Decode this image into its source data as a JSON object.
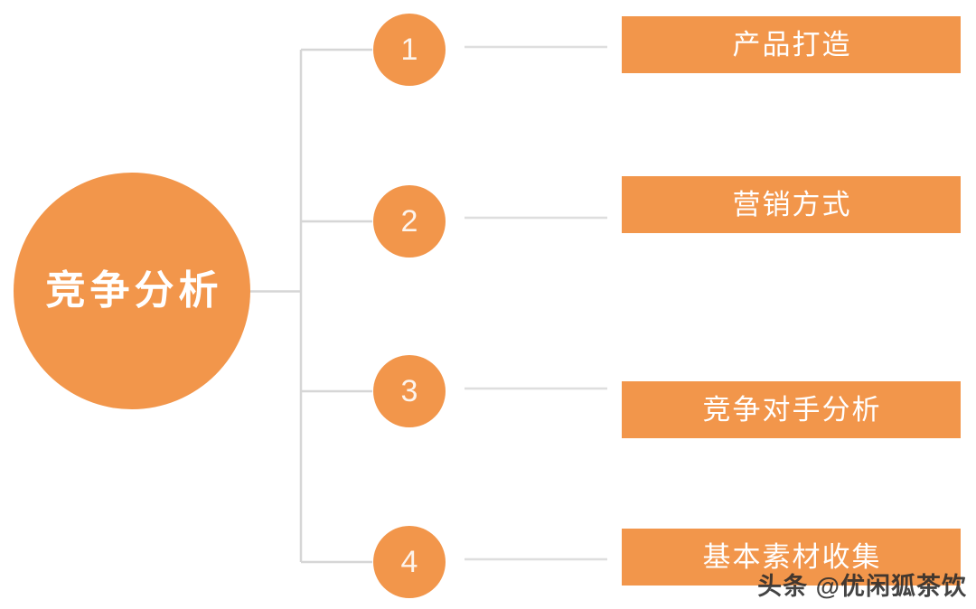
{
  "diagram": {
    "type": "tree-hierarchy",
    "title": "竞争分析",
    "orientation": "left-to-right",
    "colors": {
      "node_orange": "#f2964b",
      "connector_gray": "#d6d6d6",
      "node_text": "#ffffff",
      "step_number_text": "#fdf4ec",
      "background": "#ffffff",
      "watermark_text": "#2b2b2b"
    },
    "root": {
      "label": "竞争分析",
      "shape": "circle"
    },
    "branches": [
      {
        "number": "1",
        "label": "产品打造",
        "shape": "circle",
        "bar_shape": "rectangle"
      },
      {
        "number": "2",
        "label": "营销方式",
        "shape": "circle",
        "bar_shape": "rectangle"
      },
      {
        "number": "3",
        "label": "竞争对手分析",
        "shape": "circle",
        "bar_shape": "rectangle"
      },
      {
        "number": "4",
        "label": "基本素材收集",
        "shape": "circle",
        "bar_shape": "rectangle"
      }
    ]
  },
  "watermark": {
    "text": "头条 @优闲狐茶饮"
  }
}
